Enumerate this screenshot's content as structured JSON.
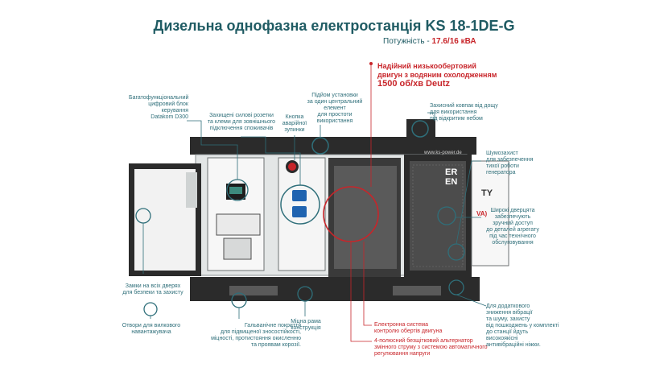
{
  "title": {
    "main": "Дизельна однофазна електростанція",
    "model": "KS 18-1DE-G"
  },
  "subtitle": {
    "label": "Потужність -",
    "value": "17.6/16 кВА"
  },
  "engine": {
    "line1": "Надійний низькообертовий",
    "line2": "двигун з водяним охолодженням",
    "line3": "1500 об/хв Deutz"
  },
  "website": "www.ks-power.de",
  "labels": {
    "control_unit": [
      "Багатофункціональний",
      "цифровий блок",
      "керування",
      "Datakom D300"
    ],
    "sockets": [
      "Захищені силові розетки",
      "та клеми для зовнішнього",
      "підключення споживачів"
    ],
    "emergency_stop": [
      "Кнопка",
      "аварійної",
      "зупинки"
    ],
    "lifting": [
      "Підйом установки",
      "за один центральний",
      "елемент",
      "для простоти",
      "використання"
    ],
    "rain_cover": [
      "Захисний ковпак від дощу",
      "для використання",
      "під відкритим небом"
    ],
    "noise": [
      "Шумозахист",
      "для забезпечення",
      "тихої роботи",
      "генератора"
    ],
    "doors": [
      "Широкі дверцята",
      "забезпечують",
      "зручний доступ",
      "до деталей агрегату",
      "під час технічного",
      "обслуговування"
    ],
    "locks": [
      "Замки на всіх дверях",
      "для безпеки та захисту"
    ],
    "forklift": [
      "Отвори для вилкового",
      "навантажувача"
    ],
    "galvanic": [
      "Гальванічне покриття",
      "для підвищеної зносостійкості,",
      "міцності, протистояння окисленню",
      "та проявам корозії."
    ],
    "frame": [
      "Міцна рама",
      "конструкція"
    ],
    "electronic": [
      "Електронна система",
      "контролю обертів двигуна"
    ],
    "alternator": [
      "4-полюсний безщітковий альтернатор",
      "змінного струму з системою автоматичного",
      "регулювання напруги"
    ],
    "vibration": [
      "Для додаткового",
      "зниження вібрації",
      "та шуму, захисту",
      "від пошкоджень у комплекті",
      "до станції йдуть",
      "високоякісні",
      "антивібраційні ніжки."
    ]
  },
  "door_text": {
    "a": "ER",
    "b": "EN",
    "c": "TY",
    "d": "VA)"
  },
  "colors": {
    "teal": "#2f6f7a",
    "red": "#c8252a",
    "dark": "#2b2b2b",
    "panel": "#e9ecec"
  }
}
